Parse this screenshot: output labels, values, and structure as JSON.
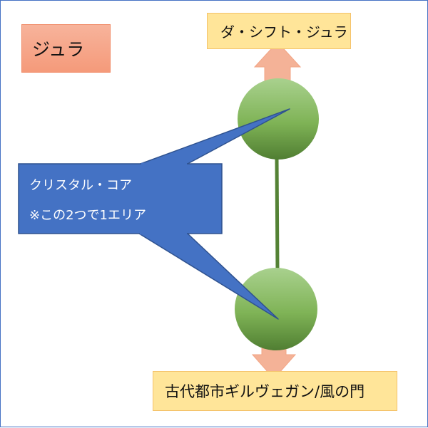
{
  "diagram": {
    "title": "ジュラ",
    "destination_top": "ダ・シフト・ジュラ",
    "destination_bottom": "古代都市ギルヴェガン/風の門",
    "callout": {
      "line1": "クリスタル・コア",
      "line2": "※この2つで1エリア"
    }
  },
  "colors": {
    "frame": "#4472c4",
    "title_fill": "#f5a283",
    "destination_fill": "#ffe599",
    "destination_border": "#f4c26b",
    "arrow_fill": "#f4b297",
    "node_light": "#a9d18e",
    "node_dark": "#507e32",
    "connector": "#548235",
    "callout_fill": "#4472c4",
    "callout_border": "#2f528f"
  }
}
